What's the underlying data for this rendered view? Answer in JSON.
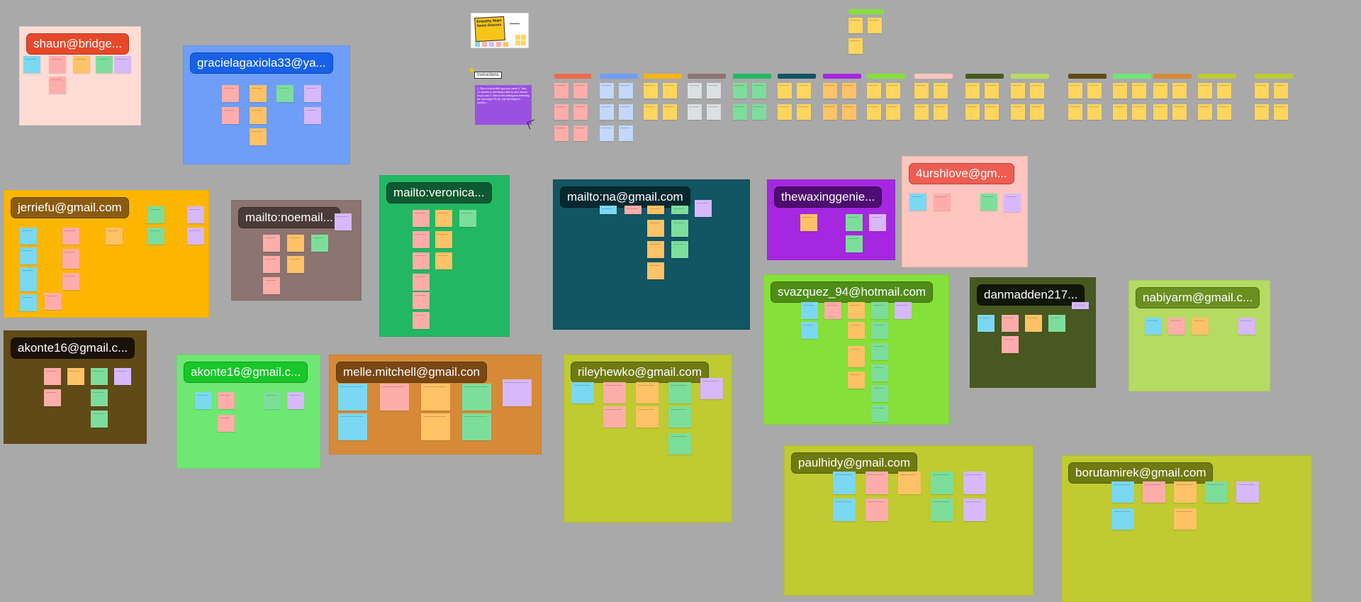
{
  "sections": [
    {
      "id": "shaun",
      "label": "shaun@bridge...",
      "bg": "#ffdcd4",
      "label_bg": "#e8482a"
    },
    {
      "id": "gracielagaxiola33",
      "label": "gracielagaxiola33@ya...",
      "bg": "#6f9ef8",
      "label_bg": "#1761e8"
    },
    {
      "id": "jerriefu",
      "label": "jerriefu@gmail.com",
      "bg": "#fdb600",
      "label_bg": "#8a5c10"
    },
    {
      "id": "noemail",
      "label": "mailto:noemail...",
      "bg": "#8c7470",
      "label_bg": "#4a3a38"
    },
    {
      "id": "veronica",
      "label": "mailto:veronica...",
      "bg": "#22b863",
      "label_bg": "#0d5a30"
    },
    {
      "id": "na",
      "label": "mailto:na@gmail.com",
      "bg": "#125563",
      "label_bg": "#072830"
    },
    {
      "id": "thewaxinggenie",
      "label": "thewaxinggenie...",
      "bg": "#a627e0",
      "label_bg": "#4e0d70"
    },
    {
      "id": "4urshlove",
      "label": "4urshlove@gm...",
      "bg": "#ffc5bf",
      "label_bg": "#ee5d50"
    },
    {
      "id": "akonte16-dark",
      "label": "akonte16@gmail.c...",
      "bg": "#604a17",
      "label_bg": "#1a1208"
    },
    {
      "id": "akonte16-green",
      "label": "akonte16@gmail.c...",
      "bg": "#6ee873",
      "label_bg": "#18c72a"
    },
    {
      "id": "melle",
      "label": "melle.mitchell@gmail.con",
      "bg": "#d68a37",
      "label_bg": "#7a4713"
    },
    {
      "id": "rileyhewko",
      "label": "rileyhewko@gmail.com",
      "bg": "#bfcb31",
      "label_bg": "#6f7a10"
    },
    {
      "id": "svazquez",
      "label": "svazquez_94@hotmail.com",
      "bg": "#86e03a",
      "label_bg": "#4e8d16"
    },
    {
      "id": "danmadden",
      "label": "danmadden217...",
      "bg": "#485820",
      "label_bg": "#111608"
    },
    {
      "id": "nabiyarm",
      "label": "nabiyarm@gmail.c...",
      "bg": "#b6db62",
      "label_bg": "#6c8f22"
    },
    {
      "id": "paulhidy",
      "label": "paulhidy@gmail.com",
      "bg": "#bfcb31",
      "label_bg": "#6f7a10"
    },
    {
      "id": "borutamirek",
      "label": "borutamirek@gmail.com",
      "bg": "#bfcb31",
      "label_bg": "#6f7a10"
    }
  ],
  "template": {
    "title": "Empathy Maps Notes Discuss",
    "instructions_label": "Instructions",
    "instructions_text": "1. Pick a column title type your name  2. Take 10 minutes to add sticky notes to your column as you can  3. Take a time setting and reviewing the next steps  Pro tip: Use the shape to transfer..."
  },
  "colors": {
    "canvas_bg": "#a9a9a9",
    "note_blue": "#7ad8f2",
    "note_pink": "#ffadaa",
    "note_orange": "#ffc266",
    "note_green": "#7dde9c",
    "note_purple": "#d7b8fb",
    "note_yellow": "#ffd55e"
  }
}
